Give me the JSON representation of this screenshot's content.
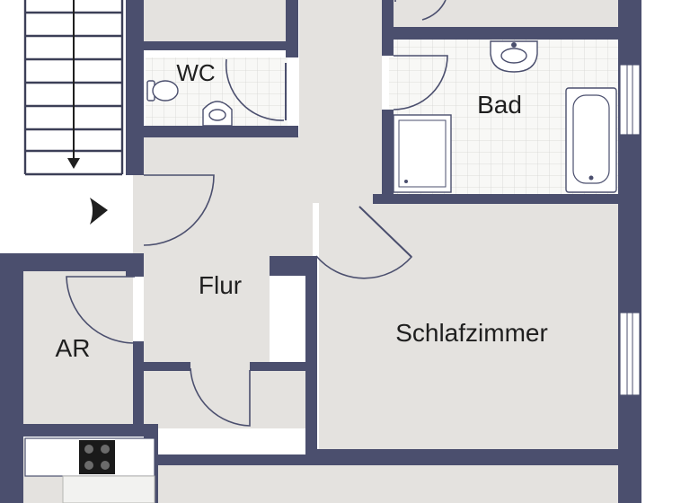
{
  "rooms": {
    "wc": "WC",
    "bad": "Bad",
    "flur": "Flur",
    "schlafzimmer": "Schlafzimmer",
    "ar": "AR"
  },
  "colors": {
    "wall": "#4b4f6e",
    "floor": "#e4e2df",
    "tile_floor": "#f7f7f5",
    "background": "#ffffff"
  },
  "icons": [
    "stair-icon",
    "entrance-arrow-icon",
    "toilet-icon",
    "sink-icon",
    "shower-icon",
    "bathtub-icon",
    "stove-icon",
    "window-icon"
  ]
}
